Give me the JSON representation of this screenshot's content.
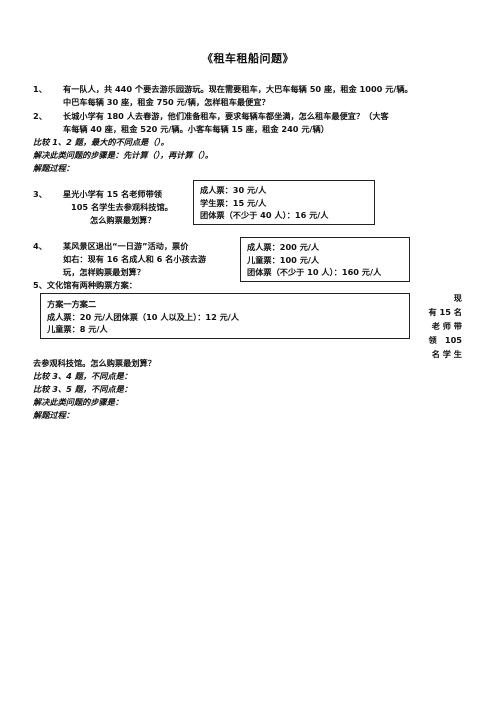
{
  "title": "《租车租船问题》",
  "q1": {
    "num": "1、",
    "line1": "有一队人，共 440 个要去游乐园游玩。现在需要租车，大巴车每辆 50 座，租金 1000 元/辆。",
    "line2": "中巴车每辆 30 座，租金 750 元/辆，怎样租车最便宜？"
  },
  "q2": {
    "num": "2、",
    "line1": "长城小学有 180 人去春游，他们准备租车，要求每辆车都坐满，怎么租车最便宜？（大客",
    "line2": "车每辆 40 座，租金 520 元/辆。小客车每辆 15 座，租金 240 元/辆）"
  },
  "compare12": "比较 1、2 题，最大的不同点是（）。",
  "steps1": "解决此类问题的步骤是：先计算（），再计算（）。",
  "process1": "解题过程：",
  "q3": {
    "num": "3、",
    "line1": "星光小学有 15 名老师带领",
    "line2": "105 名学生去参观科技馆。",
    "line3": "怎么购票最划算？",
    "box": [
      "成人票：30 元/人",
      "学生票：15 元/人",
      "团体票（不少于 40 人）：16 元/人"
    ]
  },
  "q4": {
    "num": "4、",
    "line1": "某风景区退出“一日游”活动，票价",
    "line2": "如右：现有 16 名成人和 6 名小孩去游",
    "line3": "玩，怎样购票最划算？",
    "box": [
      "成人票：200 元/人",
      "儿童票：100 元/人",
      "团体票（不少于 10 人）：160 元/人"
    ]
  },
  "q5": {
    "line1": "5、文化馆有两种购票方案：",
    "box": [
      "方案一方案二",
      "成人票：20 元/人团体票（10 人以及上）：12 元/人",
      "儿童票：8 元/人"
    ],
    "right": [
      "现",
      "有 15 名",
      "老 师 带",
      "领　105",
      "名 学 生"
    ],
    "line2": "去参观科技馆。怎么购票最划算？"
  },
  "compare34": "比较 3、4 题，不同点是：",
  "compare35": "比较 3、5 题，不同点是：",
  "steps2": "解决此类问题的步骤是：",
  "process2": "解题过程："
}
